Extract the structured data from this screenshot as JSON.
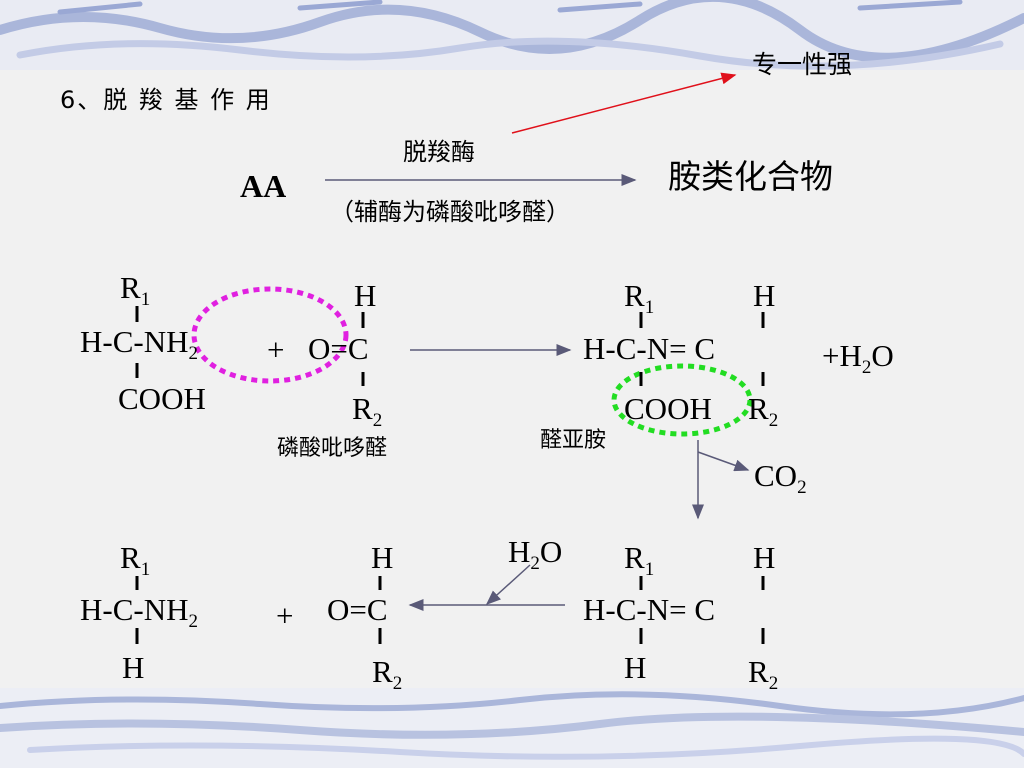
{
  "header": {
    "title": "6、脱 羧 基 作 用",
    "specificity_note": "专一性强"
  },
  "overview": {
    "reactant": "AA",
    "enzyme": "脱羧酶",
    "coenzyme": "（辅酶为磷酸吡哆醛）",
    "product": "胺类化合物"
  },
  "step1": {
    "aa_r1": "R",
    "aa_r1_sub": "1",
    "aa_middle": "H-C-NH",
    "aa_middle_sub": "2",
    "aa_bottom": "COOH",
    "plus": "+",
    "plp_h": "H",
    "plp_middle": "O=C",
    "plp_r2": "R",
    "plp_r2_sub": "2",
    "plp_label": "磷酸吡哆醛",
    "schiff_r1": "R",
    "schiff_r1_sub": "1",
    "schiff_h": "H",
    "schiff_middle": "H-C-N= C",
    "schiff_bottom_left": "COOH",
    "schiff_r2": "R",
    "schiff_r2_sub": "2",
    "water": "+H",
    "water_sub": "2",
    "water_tail": "O",
    "schiff_label": "醛亚胺",
    "co2": "CO",
    "co2_sub": "2"
  },
  "step2": {
    "amine_r1": "R",
    "amine_r1_sub": "1",
    "amine_middle": "H-C-NH",
    "amine_middle_sub": "2",
    "amine_bottom": "H",
    "plus": "+",
    "ald_h": "H",
    "ald_middle": "O=C",
    "ald_r2": "R",
    "ald_r2_sub": "2",
    "water": "H",
    "water_sub": "2",
    "water_tail": "O",
    "imine_r1": "R",
    "imine_r1_sub": "1",
    "imine_h": "H",
    "imine_middle": "H-C-N= C",
    "imine_bottom": "H",
    "imine_r2": "R",
    "imine_r2_sub": "2"
  },
  "colors": {
    "background": "#f1f1f1",
    "border_blue": "#aab6da",
    "title_arrow": "#e0101a",
    "magenta_circle": "#e020e0",
    "green_circle": "#22dd22",
    "arrow_gray": "#5a5a78"
  }
}
